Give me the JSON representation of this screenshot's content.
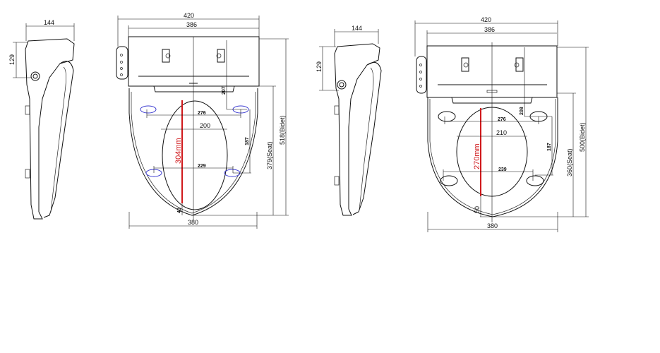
{
  "colors": {
    "line": "#111111",
    "highlight": "#d0191c",
    "hole_blue": "#3a3ad0"
  },
  "side_view_left": {
    "width": "144",
    "height": "129"
  },
  "top_view_left": {
    "overall_width": "420",
    "body_width": "386",
    "seat_width": "380",
    "total_length": "518(Bidet)",
    "seat_length": "379(Seat)",
    "hinge_to_hole": "207",
    "hole_spacing_vertical": "187",
    "hole_spacing_top": "276",
    "opening_width": "200",
    "hole_spacing_bottom": "229",
    "opening_length": "304mm",
    "front_gap": "40"
  },
  "side_view_right": {
    "width": "144",
    "height": "129"
  },
  "top_view_right": {
    "overall_width": "420",
    "body_width": "386",
    "seat_width": "380",
    "total_length": "500(Bidet)",
    "seat_length": "360(Seat)",
    "hinge_to_hole": "208",
    "hole_spacing_vertical": "187",
    "hole_spacing_top": "276",
    "opening_width": "210",
    "hole_spacing_bottom": "239",
    "opening_length": "270mm",
    "front_gap": "50"
  }
}
